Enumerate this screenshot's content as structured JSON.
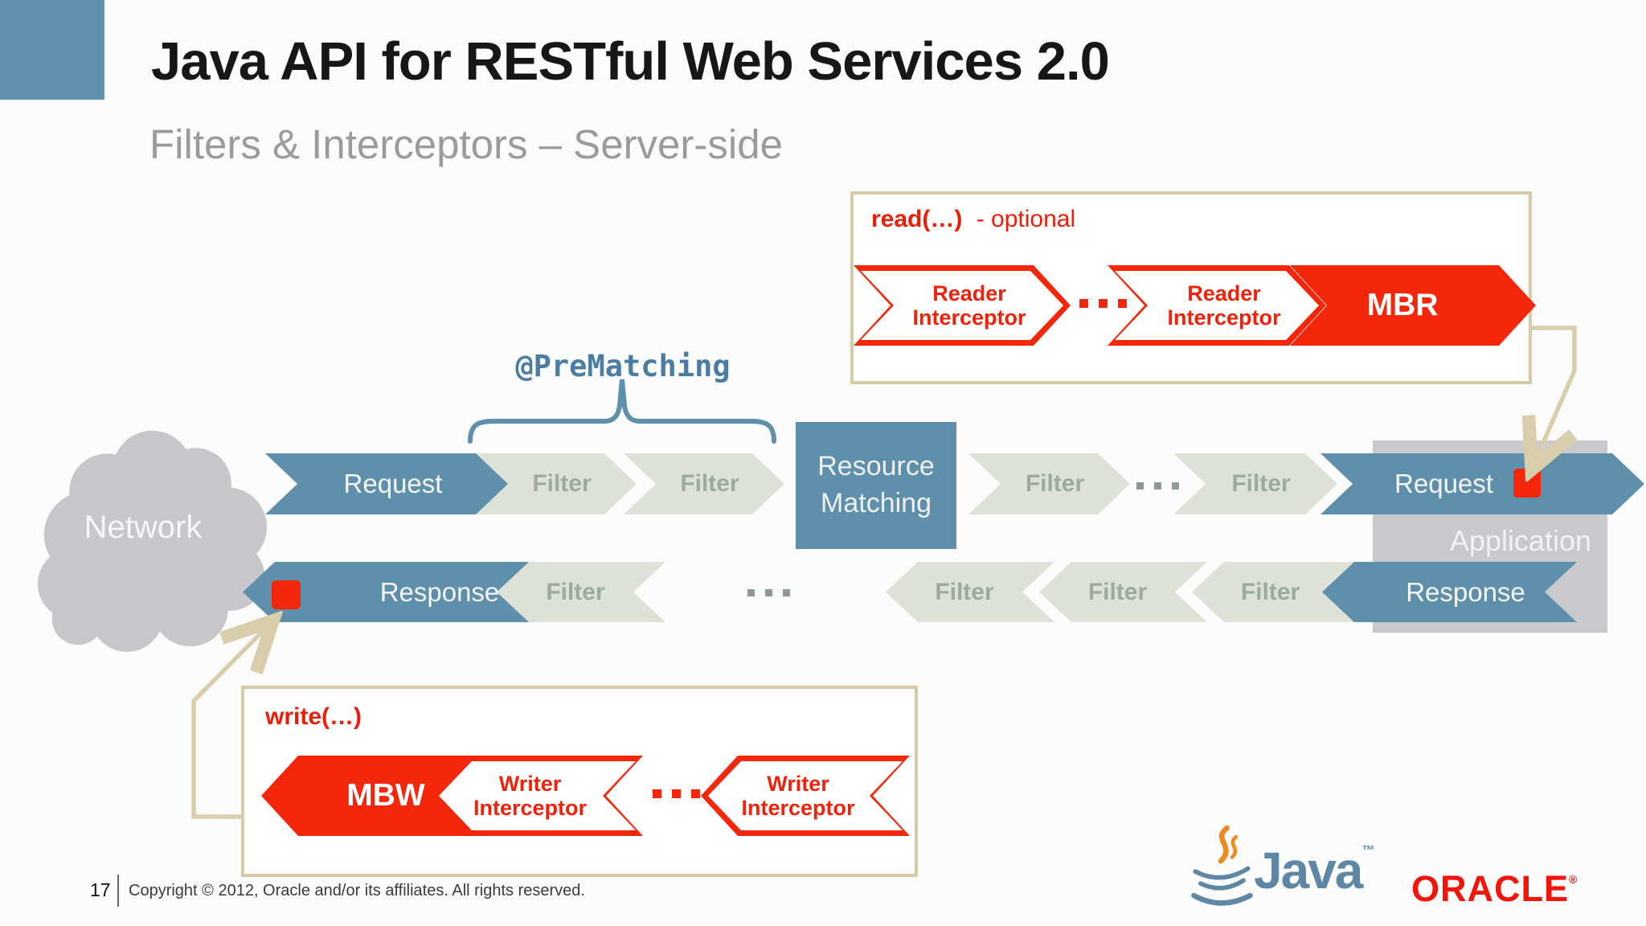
{
  "slide": {
    "title": "Java API for RESTful Web Services 2.0",
    "subtitle": "Filters & Interceptors – Server-side",
    "footer": {
      "page_number": "17",
      "copyright": "Copyright © 2012, Oracle and/or its affiliates. All rights reserved."
    },
    "logos": {
      "java": "Java",
      "java_tm": "™",
      "oracle": "ORACLE",
      "oracle_reg": "®"
    }
  },
  "colors": {
    "accent_blue": "#6191AC",
    "arrow_blue": "#5E8FAB",
    "filter_fill": "#DEE1D7",
    "filter_text": "#9DAA9E",
    "red": "#F4270B",
    "beige_border": "#D5CBA4",
    "app_gray": "#C9C9CD",
    "cloud_gray": "#C7C7CB",
    "prematching_blue": "#4A7DA3",
    "java_blue": "#5E87A5",
    "oracle_red": "#F3140A"
  },
  "diagram": {
    "network_label": "Network",
    "prematching_label": "@PreMatching",
    "labels": {
      "request": "Request",
      "response": "Response",
      "filter": "Filter",
      "resource_matching": "Resource Matching",
      "application": "Application"
    },
    "read_box": {
      "title_method": "read(…)",
      "title_suffix": "- optional",
      "interceptor_line1": "Reader",
      "interceptor_line2": "Interceptor",
      "mbr_label": "MBR"
    },
    "write_box": {
      "title_method": "write(…)",
      "interceptor_line1": "Writer",
      "interceptor_line2": "Interceptor",
      "mbw_label": "MBW"
    }
  }
}
